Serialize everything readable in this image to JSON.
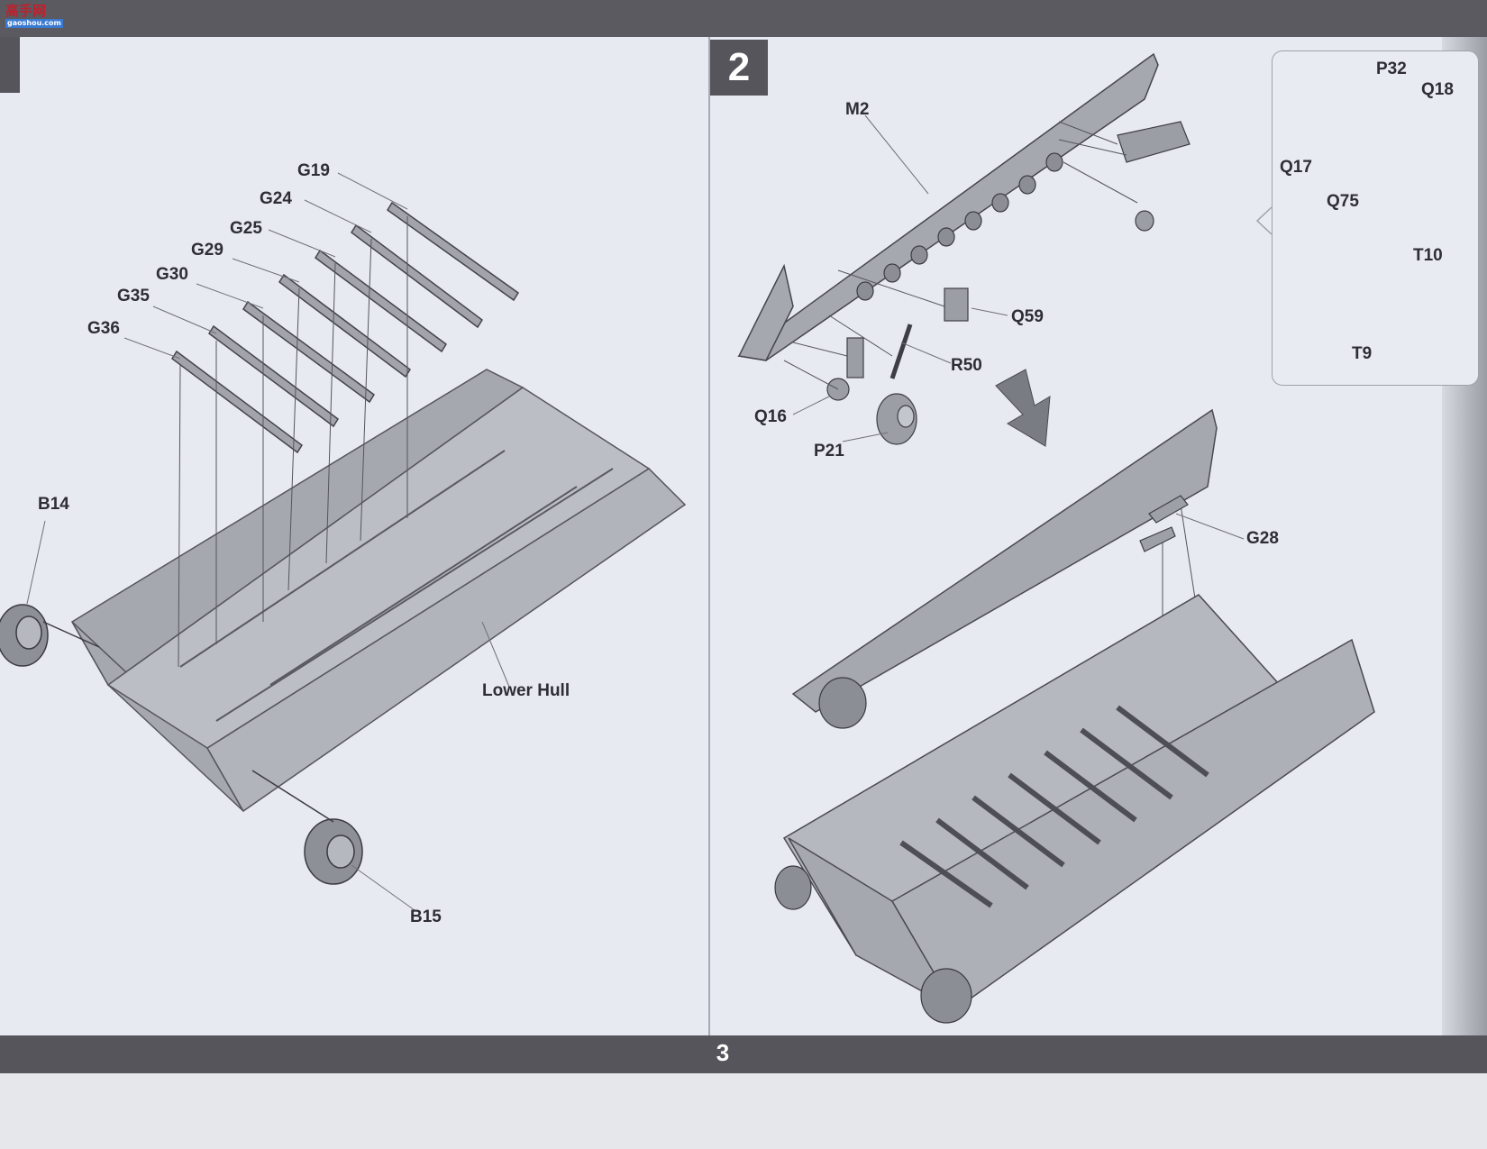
{
  "watermark": {
    "logo": "高手网",
    "site": "gaoshou.com"
  },
  "page_number": "3",
  "steps": {
    "step1": {
      "number": "",
      "heading": "",
      "labels": {
        "g19": "G19",
        "g24": "G24",
        "g25": "G25",
        "g29": "G29",
        "g30": "G30",
        "g35": "G35",
        "g36": "G36",
        "b14": "B14",
        "b15": "B15",
        "lower_hull": "Lower Hull"
      }
    },
    "step2": {
      "number": "2",
      "labels": {
        "m2": "M2",
        "q59": "Q59",
        "r50": "R50",
        "q16": "Q16",
        "p21": "P21",
        "g28": "G28"
      }
    }
  },
  "inset": {
    "labels": {
      "p32": "P32",
      "q18": "Q18",
      "q17": "Q17",
      "q75": "Q75",
      "t10": "T10",
      "t9": "T9"
    }
  },
  "colors": {
    "page": "#e8eaf2",
    "part_fill": "#a6a8b0",
    "bar": "#55555b"
  }
}
